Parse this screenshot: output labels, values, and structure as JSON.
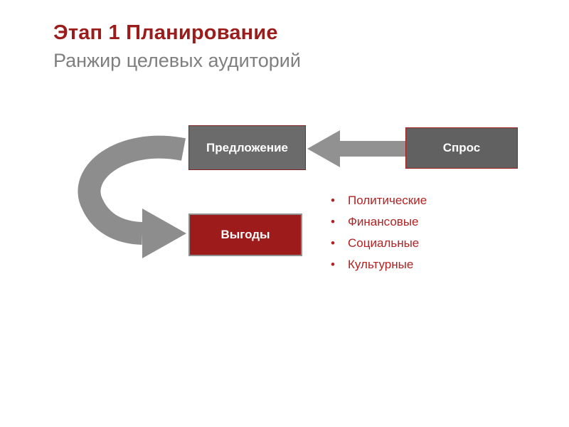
{
  "slide": {
    "title_line1": "Этап 1 Планирование",
    "title_line2": "Ранжир целевых аудиторий"
  },
  "diagram": {
    "offer_label": "Предложение",
    "demand_label": "Спрос",
    "benefits_label": "Выгоды",
    "bullet_char": "•",
    "bullets": [
      "Политические",
      "Финансовые",
      "Социальные",
      "Культурные"
    ]
  },
  "colors": {
    "title_red": "#9C1B1B",
    "subtitle_gray": "#7F7F7F",
    "box_gray": "#6B6B6B",
    "arrow_gray": "#8F8F8F",
    "benefits_red": "#9E1B1B",
    "bullet_red": "#B22222"
  }
}
